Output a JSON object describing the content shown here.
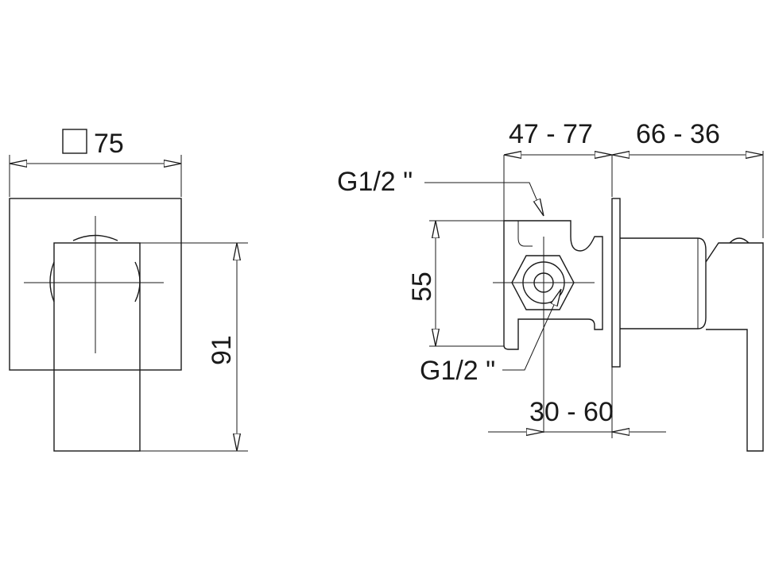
{
  "front_view": {
    "square_size": "75",
    "height": "91"
  },
  "side_view": {
    "depth_range_1": "47 - 77",
    "depth_range_2": "66 - 36",
    "connection_top": "G1/2 \"",
    "connection_bottom": "G1/2 \"",
    "centers": "55",
    "min_max": "30 - 60"
  }
}
